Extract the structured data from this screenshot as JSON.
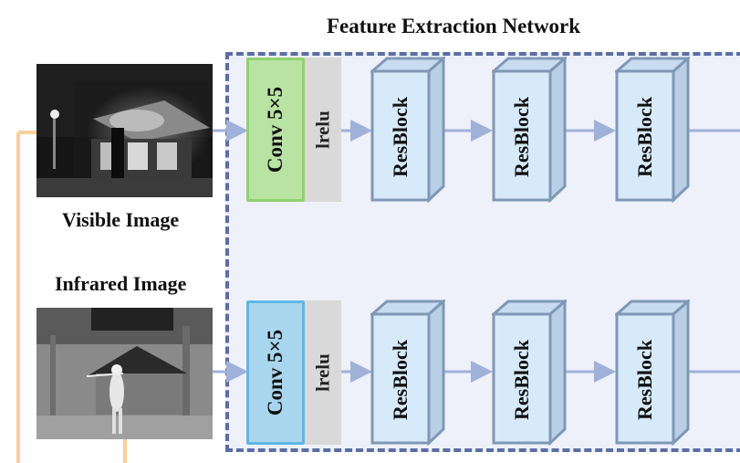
{
  "diagram": {
    "title": "Feature Extraction Network",
    "visible_label": "Visible Image",
    "infrared_label": "Infrared Image",
    "branches": [
      {
        "conv": "Conv 5×5",
        "relu": "lrelu",
        "blocks": [
          "ResBlock",
          "ResBlock",
          "ResBlock"
        ]
      },
      {
        "conv": "Conv 5×5",
        "relu": "lrelu",
        "blocks": [
          "ResBlock",
          "ResBlock",
          "ResBlock"
        ]
      }
    ],
    "colors": {
      "frame": "#5b6ea3",
      "frame_bg": "#eef0fa",
      "conv_visible": "#b9e3a3",
      "conv_visible_border": "#8fd26c",
      "conv_infrared": "#a9d6ef",
      "conv_infrared_border": "#5fb6e4",
      "resblock_face": "#d7eaf9",
      "resblock_edge": "#7f98b5",
      "arrow": "#9fb1d8",
      "feed_line": "#f9cf9e"
    }
  }
}
